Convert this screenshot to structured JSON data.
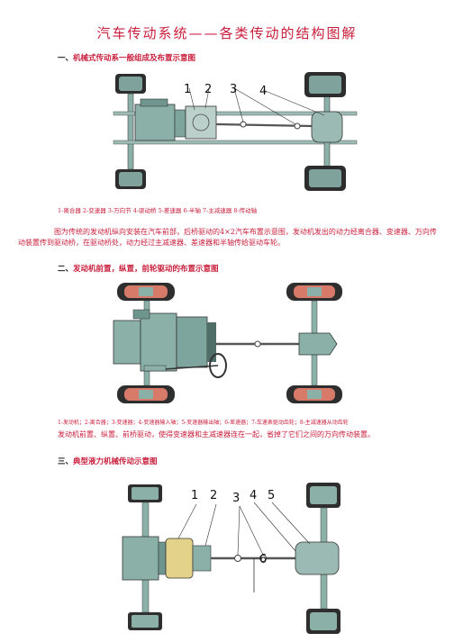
{
  "doc": {
    "title": "汽车传动系统——各类传动的结构图解",
    "sections": [
      {
        "num": "一、",
        "title": "机械式传动系一般组成及布置示意图",
        "callouts": [
          "1",
          "2",
          "3",
          "4"
        ],
        "caption": "1-离合器 2-变速器 3-万向节 4-驱动桥 5-差速器 6-半轴 7-主减速器 8-传动轴",
        "paragraph": "图为传统的发动机纵向安装在汽车前部，后桥驱动的4×2汽车布置示意图，发动机发出的动力经离合器、变速器、万向传动装置传到驱动桥，在驱动桥处，动力经过主减速器、差速器和半轴传给驱动车轮。"
      },
      {
        "num": "二、",
        "title": "发动机前置，纵置，前轮驱动的布置示意图",
        "caption": "1-发动机；2-离合器；3-变速器；4-变速器输入轴；5-变速器输出轴；6-差速器；7-车速表驱动齿轮；8-主减速器从动齿轮",
        "paragraph": "发动机前置、纵置、前桥驱动，使得变速器和主减速器连在一起，省掉了它们之间的万向传动装置。"
      },
      {
        "num": "三、",
        "title": "典型液力机械传动示意图",
        "callouts": [
          "1",
          "2",
          "3",
          "4",
          "5",
          "6"
        ]
      }
    ]
  },
  "colors": {
    "accent": "#c81e3c",
    "chassis": "#8ab0a8",
    "dark": "#3a3a3a",
    "tire_ring": "#d87a6a",
    "torque_converter": "#e2d28a"
  }
}
